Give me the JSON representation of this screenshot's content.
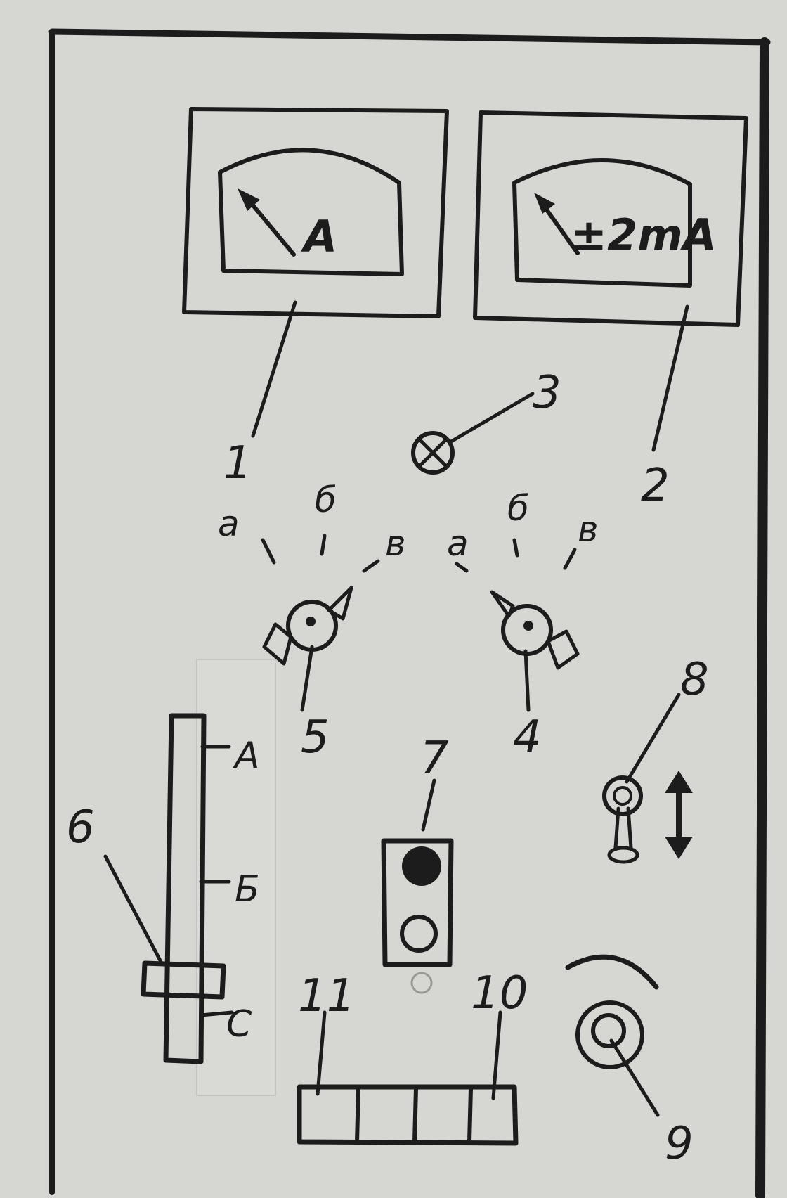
{
  "meters": {
    "left_unit": "A",
    "right_unit": "±2mA"
  },
  "callouts": {
    "n1": "1",
    "n2": "2",
    "n3": "3",
    "n4": "4",
    "n5": "5",
    "n6": "6",
    "n7": "7",
    "n8": "8",
    "n9": "9",
    "n10": "10",
    "n11": "11"
  },
  "switch5_positions": {
    "a": "а",
    "b": "б",
    "c": "в"
  },
  "switch4_positions": {
    "a": "а",
    "b": "б",
    "c": "в"
  },
  "slider_scale": {
    "top": "А",
    "middle": "Б",
    "bottom": "С"
  }
}
